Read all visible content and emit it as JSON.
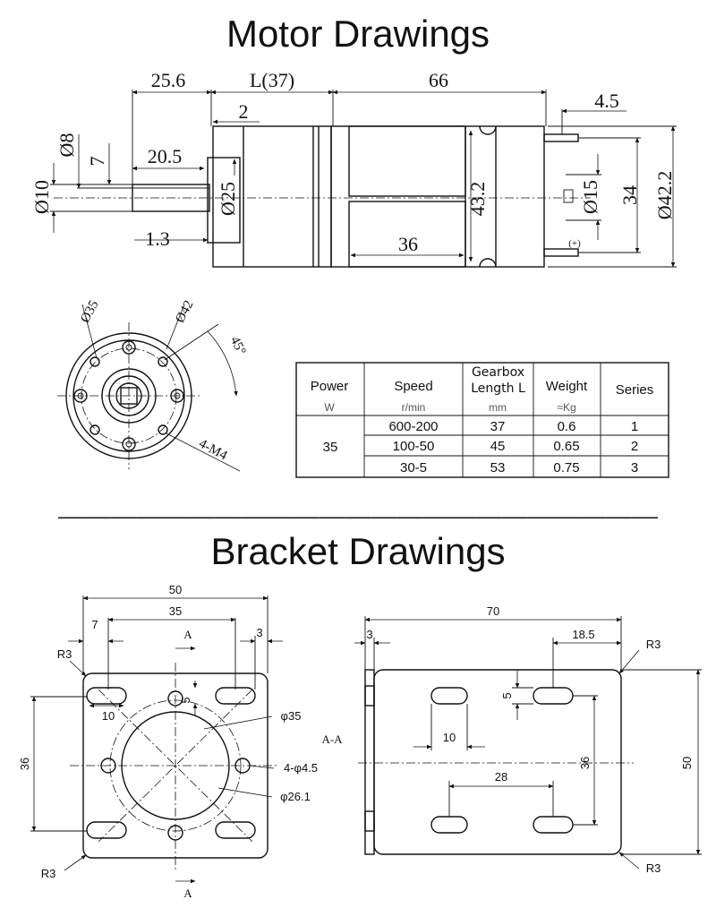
{
  "titles": {
    "motor": "Motor Drawings",
    "bracket": "Bracket Drawings",
    "separator": "———————————————————————"
  },
  "motor_side": {
    "d_25_6": "25.6",
    "d_L": "L(37)",
    "d_66": "66",
    "d_4_5": "4.5",
    "d_2": "2",
    "d_8": "Ø8",
    "d_7": "7",
    "d_20_5": "20.5",
    "d_10": "Ø10",
    "d_25": "Ø25",
    "d_43_2": "43.2",
    "d_15": "Ø15",
    "d_34": "34",
    "d_42_2": "Ø42.2",
    "d_1_3": "1.3",
    "d_36": "36",
    "plus": "(+)"
  },
  "motor_front": {
    "d_35": "Ø35",
    "d_42": "Ø42",
    "d_45deg": "45°",
    "d_4m4": "4-M4"
  },
  "spec_table": {
    "headers": [
      {
        "main": "Power",
        "sub": "W"
      },
      {
        "main": "Speed",
        "sub": "r/min"
      },
      {
        "main": "Gearbox Length L",
        "sub": "mm"
      },
      {
        "main": "Weight",
        "sub": "≈Kg"
      },
      {
        "main": "Series",
        "sub": ""
      }
    ],
    "power": "35",
    "rows": [
      {
        "speed": "600-200",
        "length": "37",
        "weight": "0.6",
        "series": "1"
      },
      {
        "speed": "100-50",
        "length": "45",
        "weight": "0.65",
        "series": "2"
      },
      {
        "speed": "30-5",
        "length": "53",
        "weight": "0.75",
        "series": "3"
      }
    ]
  },
  "bracket_front": {
    "d_50": "50",
    "d_35": "35",
    "d_7": "7",
    "d_3": "3",
    "r3_top": "R3",
    "r3_bottom": "R3",
    "sec_a_top": "A",
    "sec_a_bottom": "A",
    "d_10": "10",
    "d_5": "5",
    "phi_35": "φ35",
    "d_36": "36",
    "holes": "4-φ4.5",
    "phi_26_1": "φ26.1"
  },
  "bracket_side": {
    "section": "A-A",
    "d_70": "70",
    "d_3": "3",
    "d_18_5": "18.5",
    "r3_top": "R3",
    "r3_bottom": "R3",
    "d_5": "5",
    "d_10": "10",
    "d_36": "36",
    "d_50": "50",
    "d_28": "28"
  }
}
